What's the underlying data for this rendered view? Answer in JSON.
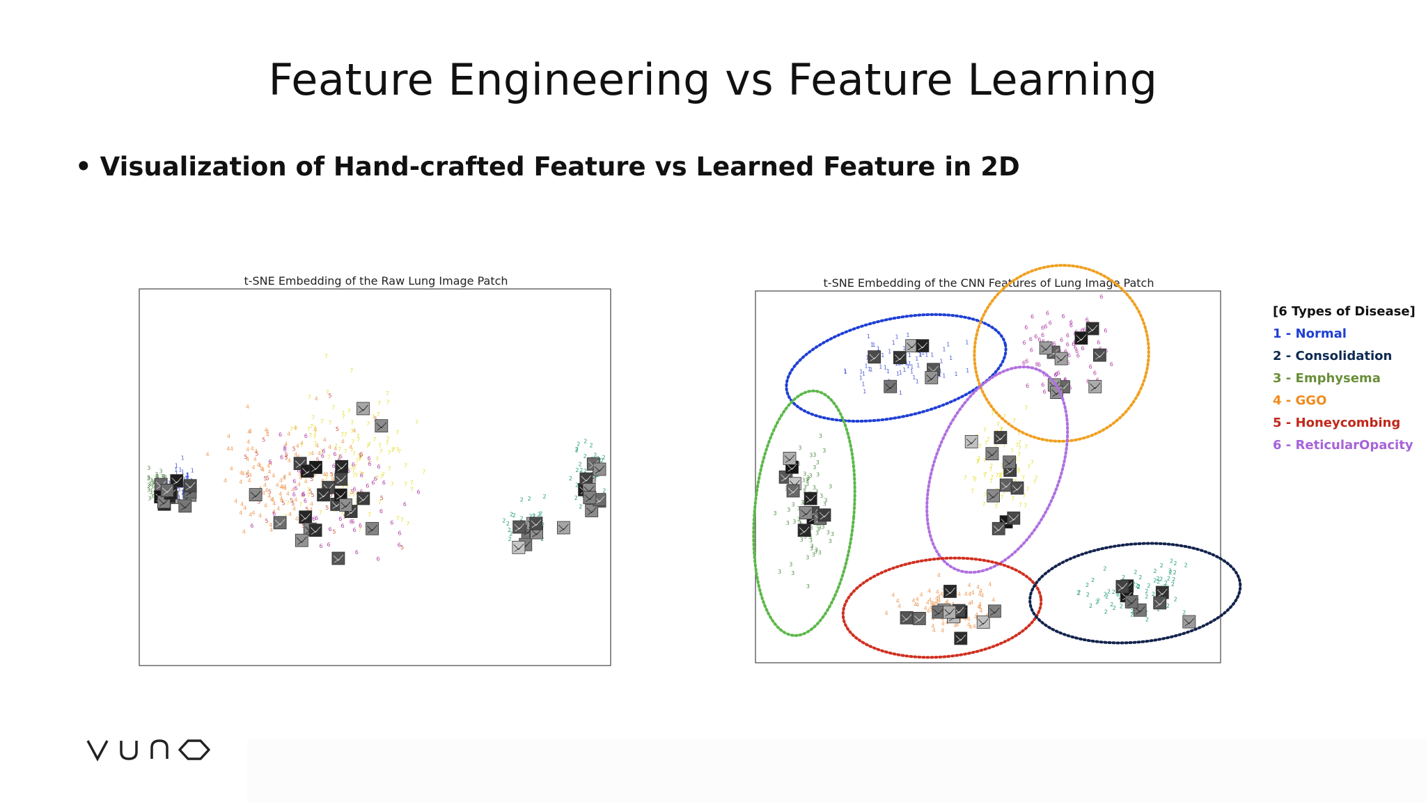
{
  "slide": {
    "title": "Feature Engineering vs Feature Learning",
    "bullet": "Visualization of Hand-crafted Feature vs Learned Feature in 2D"
  },
  "legend": {
    "title": "[6 Types of Disease]",
    "items": [
      {
        "label": "1 - Normal",
        "color": "#1f3fd4"
      },
      {
        "label": "2 - Consolidation",
        "color": "#0d2a52"
      },
      {
        "label": "3 - Emphysema",
        "color": "#6a8e3a"
      },
      {
        "label": "4 - GGO",
        "color": "#f08a1c"
      },
      {
        "label": "5 - Honeycombing",
        "color": "#c0281a"
      },
      {
        "label": "6 - ReticularOpacity",
        "color": "#a563d8"
      }
    ]
  },
  "chart_data": [
    {
      "type": "scatter",
      "title": "t-SNE Embedding of the Raw Lung Image Patch",
      "xlabel": "",
      "ylabel": "",
      "grid": false,
      "point_marker": "class digit",
      "series_colors": {
        "1": "#4b5bd6",
        "2": "#1f9a78",
        "3": "#5a8f50",
        "4": "#f0a060",
        "5": "#c85040",
        "6": "#b040a8",
        "7": "#e8e040"
      },
      "clusters": [
        {
          "class": "1",
          "cx": 0.08,
          "cy": 0.52,
          "rx": 0.06,
          "ry": 0.08,
          "n": 60
        },
        {
          "class": "3",
          "cx": 0.03,
          "cy": 0.52,
          "rx": 0.04,
          "ry": 0.06,
          "n": 40
        },
        {
          "class": "2",
          "cx": 0.96,
          "cy": 0.5,
          "rx": 0.06,
          "ry": 0.12,
          "n": 55
        },
        {
          "class": "2",
          "cx": 0.83,
          "cy": 0.63,
          "rx": 0.08,
          "ry": 0.1,
          "n": 30
        },
        {
          "class": "4",
          "cx": 0.3,
          "cy": 0.5,
          "rx": 0.2,
          "ry": 0.25,
          "n": 110
        },
        {
          "class": "7",
          "cx": 0.45,
          "cy": 0.45,
          "rx": 0.2,
          "ry": 0.3,
          "n": 110
        },
        {
          "class": "5",
          "cx": 0.35,
          "cy": 0.55,
          "rx": 0.25,
          "ry": 0.3,
          "n": 40
        },
        {
          "class": "6",
          "cx": 0.42,
          "cy": 0.52,
          "rx": 0.25,
          "ry": 0.25,
          "n": 60
        }
      ],
      "thumbnails": 55
    },
    {
      "type": "scatter",
      "title": "t-SNE Embedding of the CNN Features of Lung Image Patch",
      "xlabel": "",
      "ylabel": "",
      "grid": false,
      "point_marker": "class digit",
      "series_colors": {
        "1": "#4b5bd6",
        "2": "#1f9a78",
        "3": "#5a8f50",
        "4": "#f0a060",
        "5": "#c85040",
        "6": "#b040a8",
        "7": "#e8e040"
      },
      "clusters": [
        {
          "class": "1",
          "cx": 0.3,
          "cy": 0.2,
          "rx": 0.18,
          "ry": 0.1,
          "n": 70,
          "outline": "#1f3fd4"
        },
        {
          "class": "3",
          "cx": 0.1,
          "cy": 0.6,
          "rx": 0.08,
          "ry": 0.25,
          "n": 80,
          "outline": "#5cb84a"
        },
        {
          "class": "6",
          "cx": 0.66,
          "cy": 0.16,
          "rx": 0.14,
          "ry": 0.18,
          "n": 70,
          "outline": "#f0a020"
        },
        {
          "class": "7",
          "cx": 0.52,
          "cy": 0.48,
          "rx": 0.1,
          "ry": 0.22,
          "n": 80,
          "outline": "#b070e0"
        },
        {
          "class": "4",
          "cx": 0.4,
          "cy": 0.86,
          "rx": 0.16,
          "ry": 0.1,
          "n": 80,
          "outline": "#d03020"
        },
        {
          "class": "2",
          "cx": 0.82,
          "cy": 0.82,
          "rx": 0.17,
          "ry": 0.1,
          "n": 80,
          "outline": "#13234d"
        }
      ],
      "thumbnails": 60
    }
  ]
}
